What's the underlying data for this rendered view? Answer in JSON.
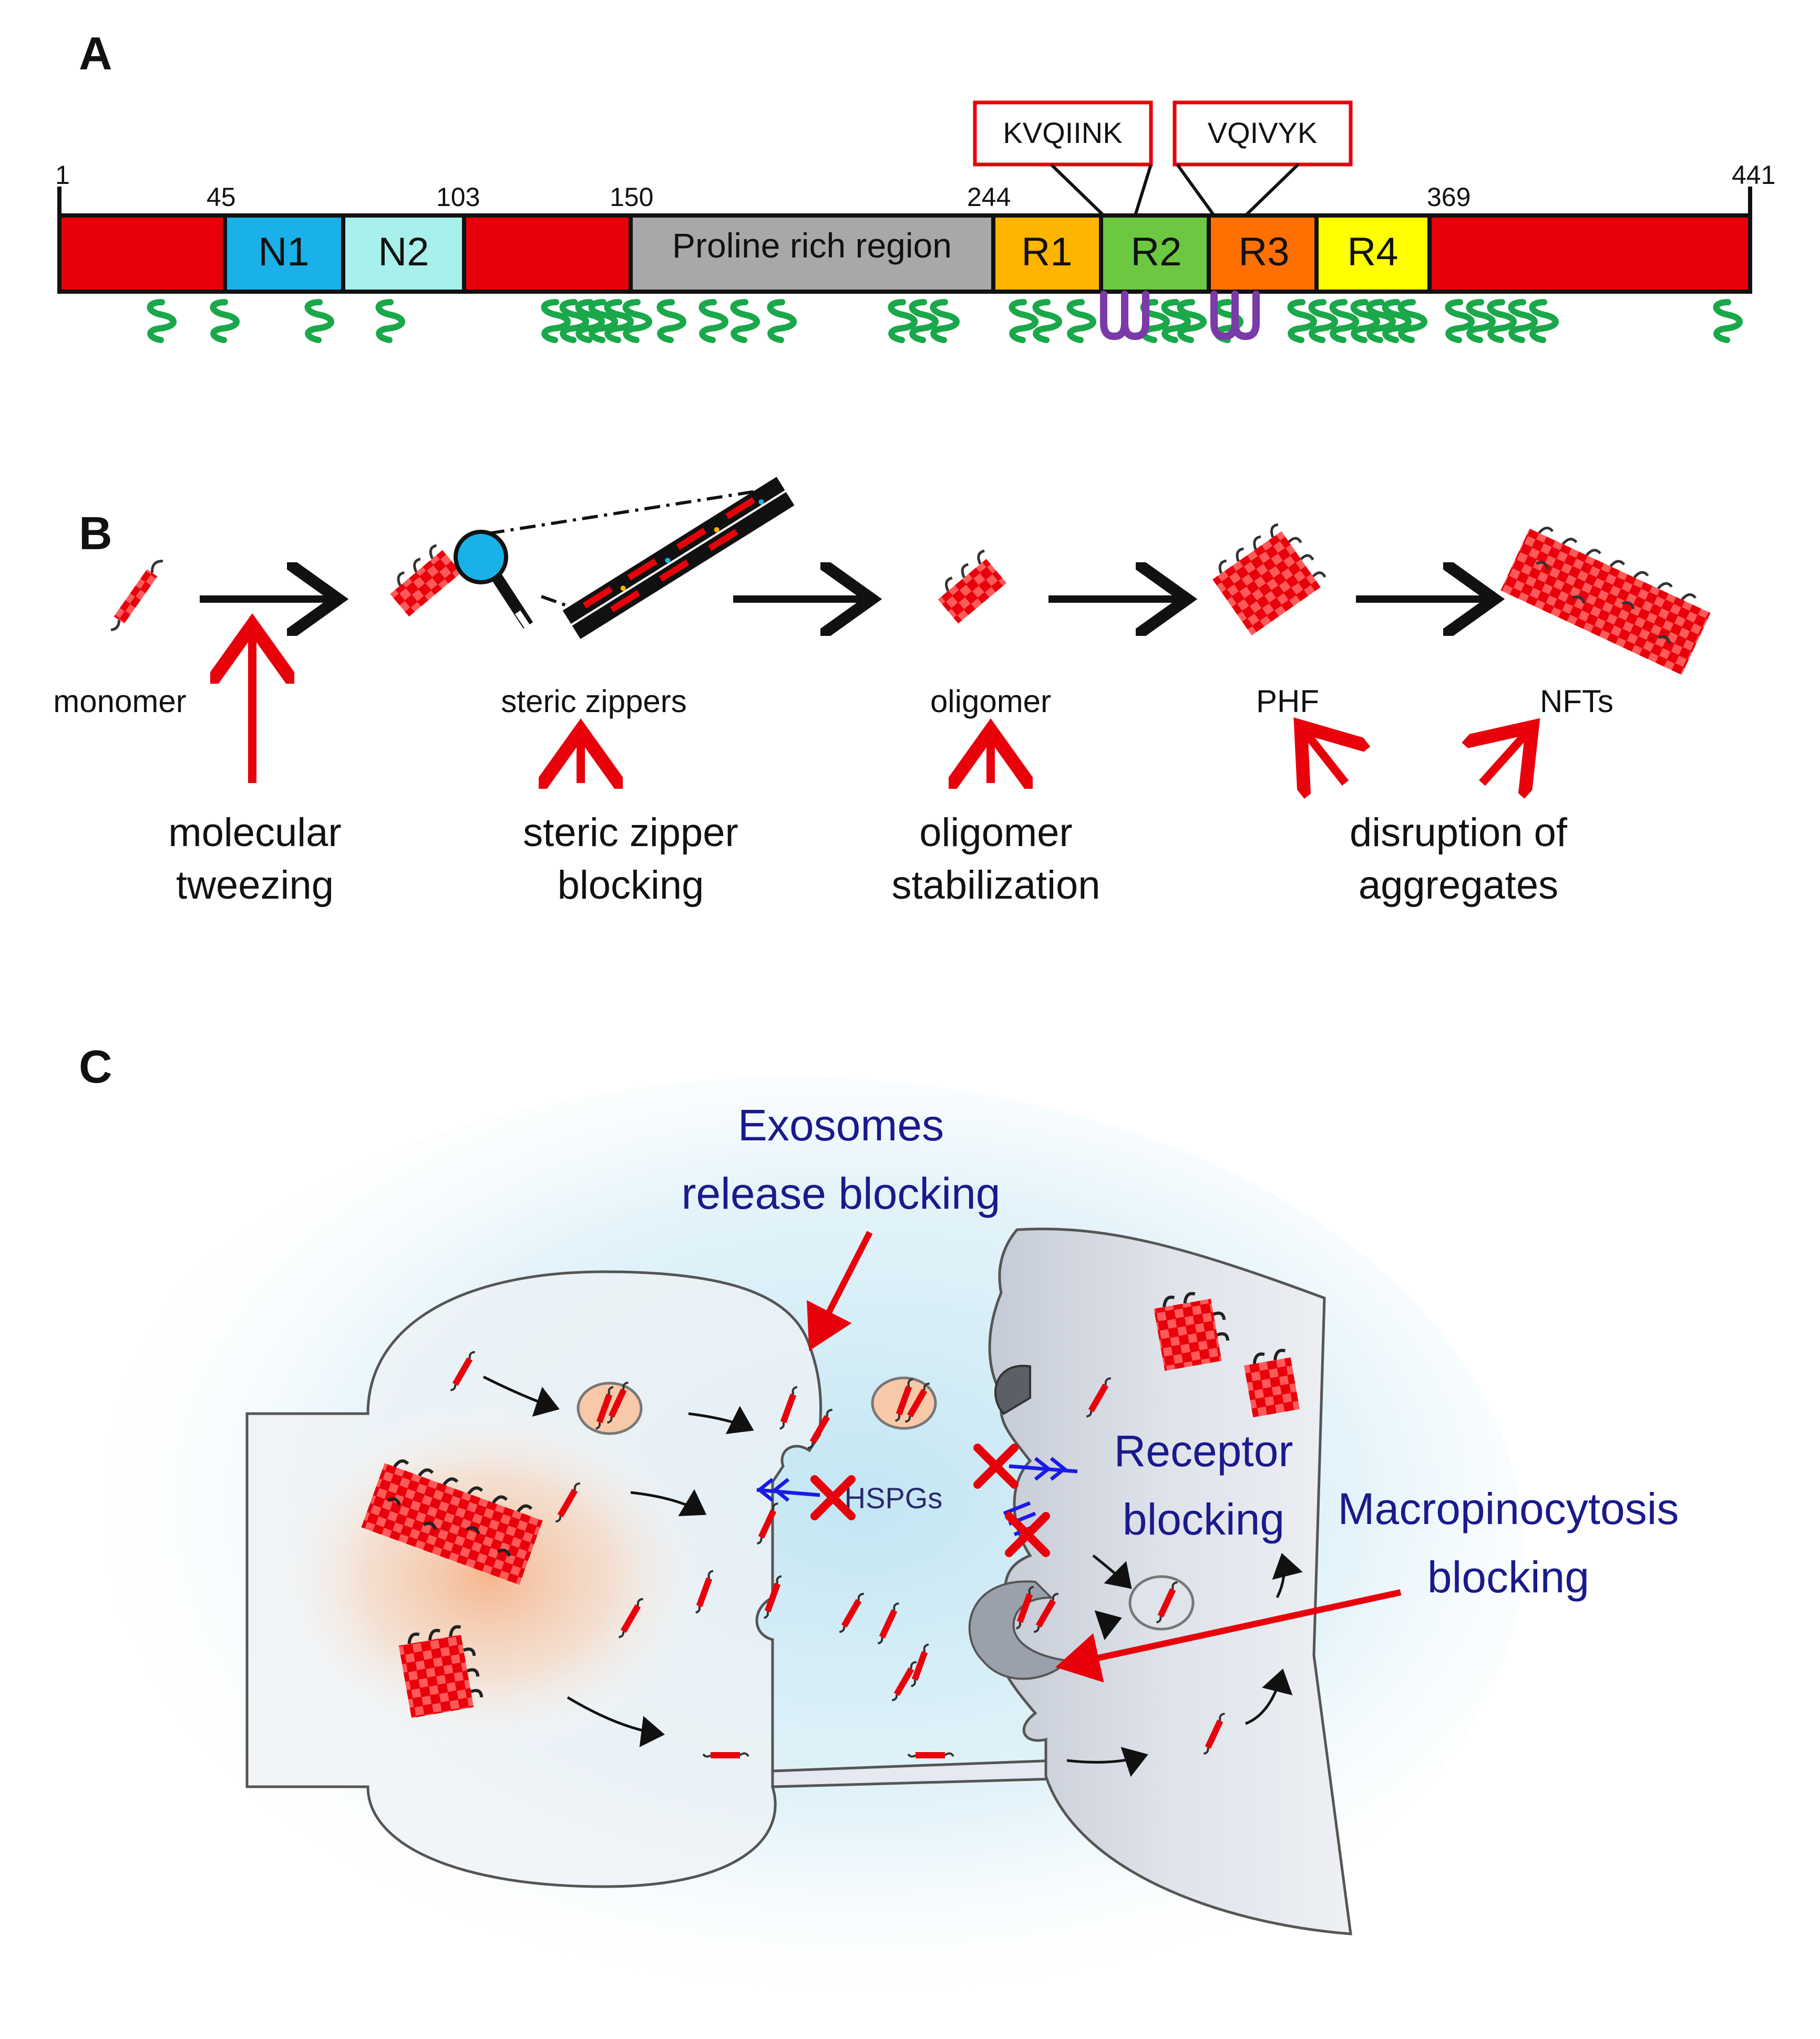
{
  "panels": {
    "a": "A",
    "b": "B",
    "c": "C"
  },
  "panel_a": {
    "ticks": [
      "1",
      "45",
      "103",
      "150",
      "244",
      "369",
      "441"
    ],
    "domains": {
      "n1": "N1",
      "n2": "N2",
      "proline": "Proline rich region",
      "r1": "R1",
      "r2": "R2",
      "r3": "R3",
      "r4": "R4"
    },
    "motifs": {
      "kvqiink": "KVQIINK",
      "vqivyk": "VQIVYK"
    },
    "colors": {
      "backbone": "#e8000b",
      "n1": "#1ab0e8",
      "n2": "#a8f0ec",
      "proline": "#a8a8a8",
      "r1": "#ffb400",
      "r2": "#6cc840",
      "r3": "#ff7000",
      "r4": "#ffff00",
      "ptm": "#1aa84a",
      "motif_marks": "#7a3aa8",
      "motif_box": "#e8000b"
    }
  },
  "panel_b": {
    "stages": {
      "monomer": "monomer",
      "steric_zippers": "steric zippers",
      "oligomer": "oligomer",
      "phf": "PHF",
      "nfts": "NFTs"
    },
    "strategies": {
      "tweezing_1": "molecular",
      "tweezing_2": "tweezing",
      "zipper_1": "steric zipper",
      "zipper_2": "blocking",
      "oligomer_1": "oligomer",
      "oligomer_2": "stabilization",
      "disruption_1": "disruption of",
      "disruption_2": "aggregates"
    }
  },
  "panel_c": {
    "exosomes_1": "Exosomes",
    "exosomes_2": "release blocking",
    "receptor_1": "Receptor",
    "receptor_2": "blocking",
    "macro_1": "Macropinocytosis",
    "macro_2": "blocking",
    "hspgs": "HSPGs"
  }
}
